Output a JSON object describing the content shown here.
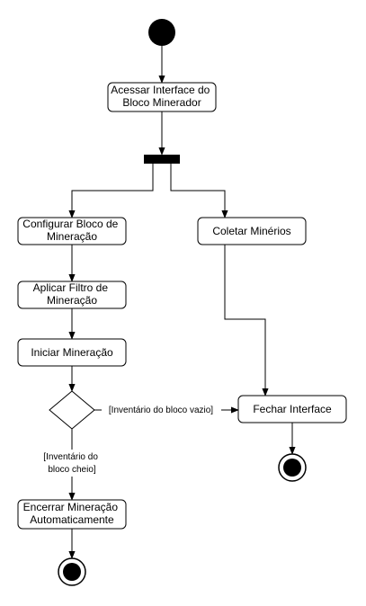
{
  "colors": {
    "stroke": "#000000",
    "fill": "#ffffff",
    "node_fill": "#000000"
  },
  "nodes": {
    "acessar": [
      "Acessar Interface do",
      "Bloco Minerador"
    ],
    "configurar": [
      "Configurar Bloco de",
      "Mineração"
    ],
    "coletar": [
      "Coletar Minérios"
    ],
    "aplicar": [
      "Aplicar Filtro de",
      "Mineração"
    ],
    "iniciar": [
      "Iniciar Mineração"
    ],
    "fechar": [
      "Fechar Interface"
    ],
    "encerrar": [
      "Encerrar Mineração",
      "Automaticamente"
    ]
  },
  "guards": {
    "vazio": "[Inventário do bloco vazio]",
    "cheio": [
      "[Inventário do",
      "bloco cheio]"
    ]
  }
}
